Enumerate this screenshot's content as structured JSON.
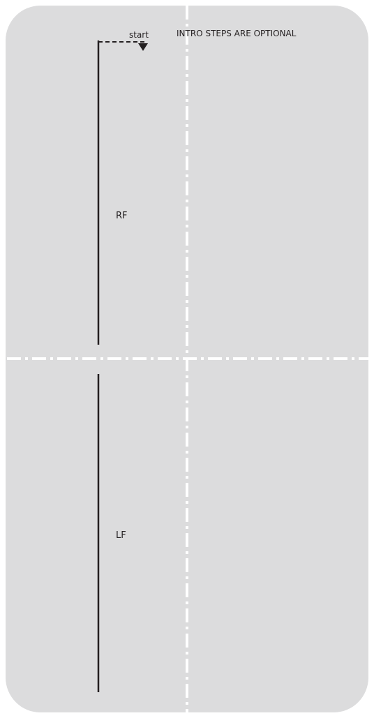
{
  "floor": {
    "color": "#dcdcdd"
  },
  "center_lines": {
    "color": "#ffffff",
    "style": "dash-dot"
  },
  "path_color": "#231f20",
  "labels": {
    "start": "start",
    "note": "INTRO STEPS ARE OPTIONAL",
    "right_foot": "RF",
    "left_foot": "LF"
  },
  "icons": {
    "start_arrow": "triangle-down-arrow-icon"
  }
}
